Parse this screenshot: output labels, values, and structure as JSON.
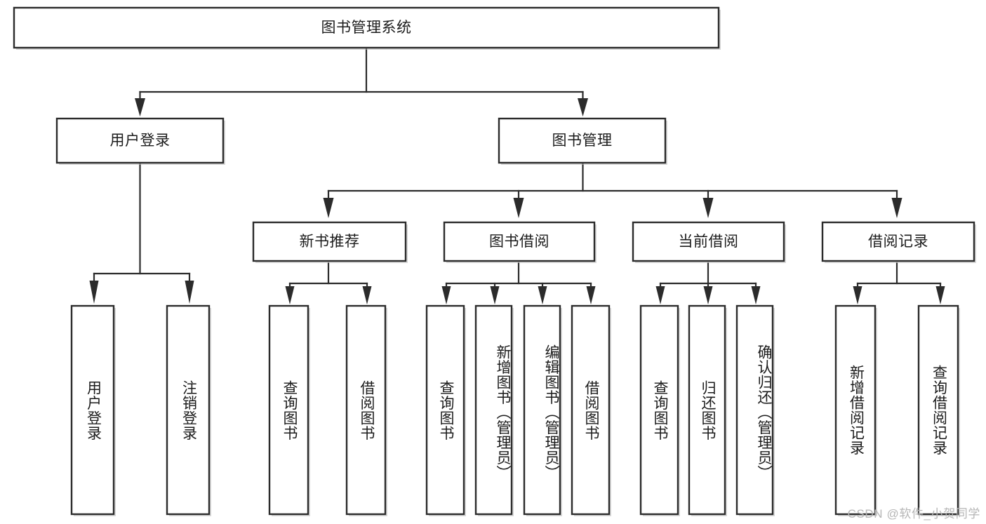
{
  "diagram": {
    "type": "tree",
    "title": "图书管理系统",
    "orientation": "top-down",
    "watermark": "CSDN @软件_小贺同学",
    "levels": 4,
    "nodes": {
      "root": {
        "label": "图书管理系统",
        "level": 0,
        "orientation": "horizontal"
      },
      "user_login": {
        "label": "用户登录",
        "level": 1,
        "orientation": "horizontal"
      },
      "book_manage": {
        "label": "图书管理",
        "level": 1,
        "orientation": "horizontal"
      },
      "new_book_rec": {
        "label": "新书推荐",
        "level": 2,
        "orientation": "horizontal"
      },
      "book_borrow": {
        "label": "图书借阅",
        "level": 2,
        "orientation": "horizontal"
      },
      "current_borrow": {
        "label": "当前借阅",
        "level": 2,
        "orientation": "horizontal"
      },
      "borrow_record": {
        "label": "借阅记录",
        "level": 2,
        "orientation": "horizontal"
      },
      "leaf_user_login": {
        "label": "用户登录",
        "level": 3,
        "orientation": "vertical"
      },
      "leaf_logout": {
        "label": "注销登录",
        "level": 3,
        "orientation": "vertical"
      },
      "leaf_query_book_1": {
        "label": "查询图书",
        "level": 3,
        "orientation": "vertical"
      },
      "leaf_borrow_book_1": {
        "label": "借阅图书",
        "level": 3,
        "orientation": "vertical"
      },
      "leaf_query_book_2": {
        "label": "查询图书",
        "level": 3,
        "orientation": "vertical"
      },
      "leaf_add_book": {
        "label": "新增图书（管理员）",
        "level": 3,
        "orientation": "vertical"
      },
      "leaf_edit_book": {
        "label": "编辑图书（管理员）",
        "level": 3,
        "orientation": "vertical"
      },
      "leaf_borrow_book_2": {
        "label": "借阅图书",
        "level": 3,
        "orientation": "vertical"
      },
      "leaf_query_book_3": {
        "label": "查询图书",
        "level": 3,
        "orientation": "vertical"
      },
      "leaf_return_book": {
        "label": "归还图书",
        "level": 3,
        "orientation": "vertical"
      },
      "leaf_confirm_return": {
        "label": "确认归还（管理员）",
        "level": 3,
        "orientation": "vertical"
      },
      "leaf_add_record": {
        "label": "新增借阅记录",
        "level": 3,
        "orientation": "vertical"
      },
      "leaf_query_record": {
        "label": "查询借阅记录",
        "level": 3,
        "orientation": "vertical"
      }
    },
    "edges": [
      {
        "from": "root",
        "to": "user_login"
      },
      {
        "from": "root",
        "to": "book_manage"
      },
      {
        "from": "user_login",
        "to": "leaf_user_login"
      },
      {
        "from": "user_login",
        "to": "leaf_logout"
      },
      {
        "from": "book_manage",
        "to": "new_book_rec"
      },
      {
        "from": "book_manage",
        "to": "book_borrow"
      },
      {
        "from": "book_manage",
        "to": "current_borrow"
      },
      {
        "from": "book_manage",
        "to": "borrow_record"
      },
      {
        "from": "new_book_rec",
        "to": "leaf_query_book_1"
      },
      {
        "from": "new_book_rec",
        "to": "leaf_borrow_book_1"
      },
      {
        "from": "book_borrow",
        "to": "leaf_query_book_2"
      },
      {
        "from": "book_borrow",
        "to": "leaf_add_book"
      },
      {
        "from": "book_borrow",
        "to": "leaf_edit_book"
      },
      {
        "from": "book_borrow",
        "to": "leaf_borrow_book_2"
      },
      {
        "from": "current_borrow",
        "to": "leaf_query_book_3"
      },
      {
        "from": "current_borrow",
        "to": "leaf_return_book"
      },
      {
        "from": "current_borrow",
        "to": "leaf_confirm_return"
      },
      {
        "from": "borrow_record",
        "to": "leaf_add_record"
      },
      {
        "from": "borrow_record",
        "to": "leaf_query_record"
      }
    ],
    "colors": {
      "background": "#ffffff",
      "box_fill": "#ffffff",
      "box_stroke": "#2b2b2b",
      "connector": "#2b2b2b",
      "text": "#1b1b1b",
      "watermark": "#b6b6b6"
    }
  }
}
